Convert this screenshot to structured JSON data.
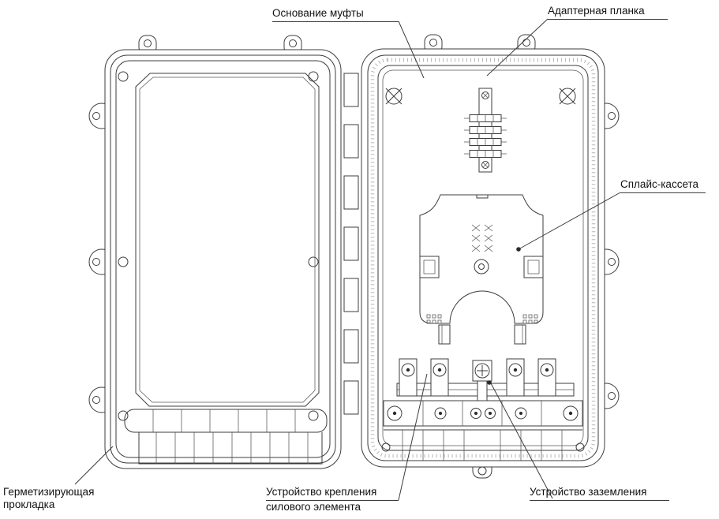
{
  "diagram": {
    "type": "technical-drawing",
    "subject": "optical fiber splice closure, opened (lid and base halves)",
    "callouts": {
      "base": "Основание муфты",
      "adapter_plate": "Адаптерная планка",
      "splice_cassette": "Сплайс-кассета",
      "sealing_gasket": [
        "Герметизирующая",
        "прокладка"
      ],
      "strength_member": [
        "Устройство крепления",
        "силового элемента"
      ],
      "grounding": "Устройство заземления"
    },
    "colors": {
      "line": "#3c3c3c",
      "label_text": "#111111",
      "background": "#ffffff"
    }
  }
}
